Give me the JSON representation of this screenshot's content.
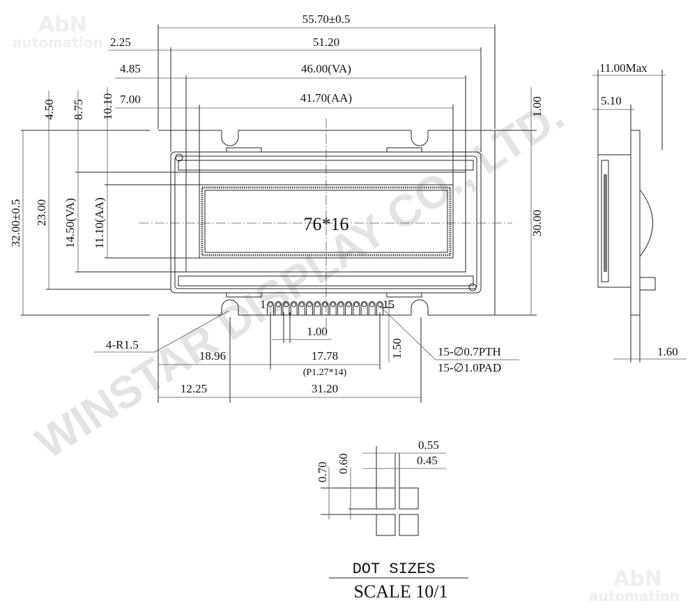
{
  "watermarks": {
    "brand_top": "AbN",
    "brand_top_sub": "automation",
    "brand_bottom": "AbN",
    "brand_bottom_sub": "automation",
    "diagonal": "WINSTAR DISPLAY CO., LTD."
  },
  "front_view": {
    "overall_width": "55.70±0.5",
    "pcb_width": "51.20",
    "va_width": "46.00(VA)",
    "aa_width": "41.70(AA)",
    "offset_1": "2.25",
    "offset_2": "4.85",
    "offset_3": "7.00",
    "overall_height": "32.00±0.5",
    "height_23": "23.00",
    "va_height": "14.50(VA)",
    "aa_height": "11.10(AA)",
    "v_offset_1": "4.50",
    "v_offset_2": "8.75",
    "v_offset_3": "10.10",
    "hole_pitch_v": "30.00",
    "top_margin": "1.00",
    "resolution": "76*16",
    "pin_first": "1",
    "pin_last": "15",
    "pin_count": 15,
    "corner_radius": "4-R1.5",
    "pin_to_edge": "1.50",
    "pad_width": "1.00",
    "pin_offset": "18.96",
    "pin_span": "17.78",
    "pin_pitch_note": "(P1.27*14)",
    "hole_offset": "12.25",
    "hole_span": "31.20",
    "pth_note": "15-∅0.7PTH",
    "pad_note": "15-∅1.0PAD"
  },
  "side_view": {
    "max_thickness": "11.00Max",
    "glass_thickness": "5.10",
    "pcb_thickness": "1.60"
  },
  "dot_detail": {
    "pitch_x": "0.55",
    "dot_x": "0.45",
    "pitch_y": "0.70",
    "dot_y": "0.60",
    "title": "DOT SIZES",
    "scale": "SCALE 10/1"
  }
}
